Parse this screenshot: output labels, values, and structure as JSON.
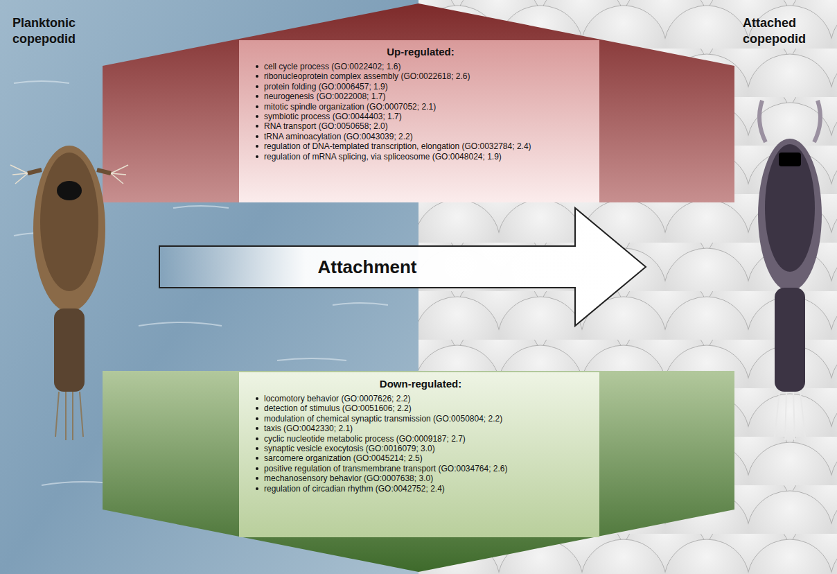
{
  "diagram": {
    "nodes": [
      {
        "text": [
          "Up-regulated:",
          "cell cycle process (GO:0022402; 1.6)",
          "ribonucleoprotein complex assembly (GO:0022618; 2.6)",
          "protein folding (GO:0006457; 1.9)",
          "neurogenesis (GO:0022008; 1.7)",
          "mitotic spindle organization (GO:0007052; 2.1)",
          "symbiotic process (GO:0044403; 1.7)",
          "RNA transport (GO:0050658; 2.0)",
          "tRNA aminoacylation (GO:0043039; 2.2)",
          "regulation of DNA-templated transcription, elongation (GO:0032784; 2.4)",
          "regulation of mRNA splicing, via spliceosome (GO:0048024; 1.9)"
        ]
      },
      {
        "text": [
          "Attachment"
        ]
      },
      {
        "text": [
          "Down-regulated:",
          "locomotory behavior (GO:0007626; 2.2)",
          "detection of stimulus (GO:0051606; 2.2)",
          "modulation of chemical synaptic transmission (GO:0050804; 2.2)",
          "taxis (GO:0042330; 2.1)",
          "cyclic nucleotide metabolic process (GO:0009187; 2.7)",
          "synaptic vesicle exocytosis (GO:0016079; 3.0)",
          "sarcomere organization (GO:0045214; 2.5)",
          "positive regulation of transmembrane transport (GO:0034764; 2.6)",
          "mechanosensory behavior (GO:0007638; 3.0)",
          "regulation of circadian rhythm (GO:0042752; 2.4)"
        ]
      }
    ],
    "labels": [
      "Planktonic copepodid",
      "Attached copepodid"
    ]
  }
}
